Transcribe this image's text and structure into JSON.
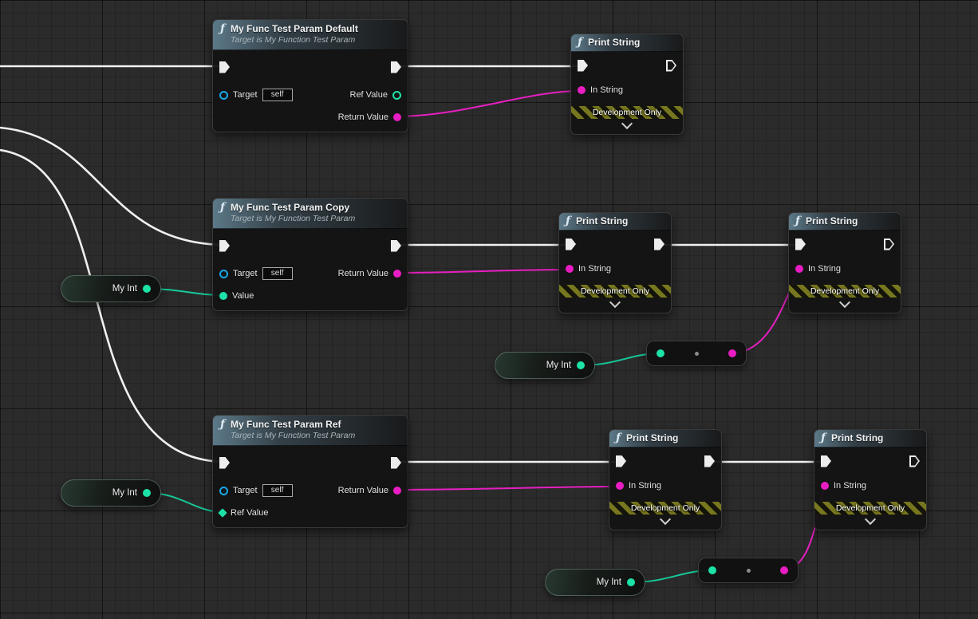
{
  "graph": {
    "icons": {
      "function_icon": "ƒ"
    },
    "colors": {
      "exec_wire": "#f0f0f0",
      "string_pin": "#e91dc3",
      "int_pin": "#1de2a8",
      "object_pin": "#17a7e8",
      "header_accent": "#607e8e",
      "dev_stripe": "#77771f"
    },
    "nodes": {
      "func_default": {
        "title": "My Func Test Param Default",
        "subtitle": "Target is My Function Test Param",
        "target_label": "Target",
        "target_value": "self",
        "ref_value_label": "Ref Value",
        "return_value_label": "Return Value"
      },
      "func_copy": {
        "title": "My Func Test Param Copy",
        "subtitle": "Target is My Function Test Param",
        "target_label": "Target",
        "target_value": "self",
        "return_value_label": "Return Value",
        "value_label": "Value"
      },
      "func_ref": {
        "title": "My Func Test Param Ref",
        "subtitle": "Target is My Function Test Param",
        "target_label": "Target",
        "target_value": "self",
        "return_value_label": "Return Value",
        "ref_value_label": "Ref Value"
      },
      "print_string": {
        "title": "Print String",
        "in_label": "In String",
        "dev_only": "Development Only"
      },
      "my_int": {
        "label": "My Int"
      }
    }
  }
}
